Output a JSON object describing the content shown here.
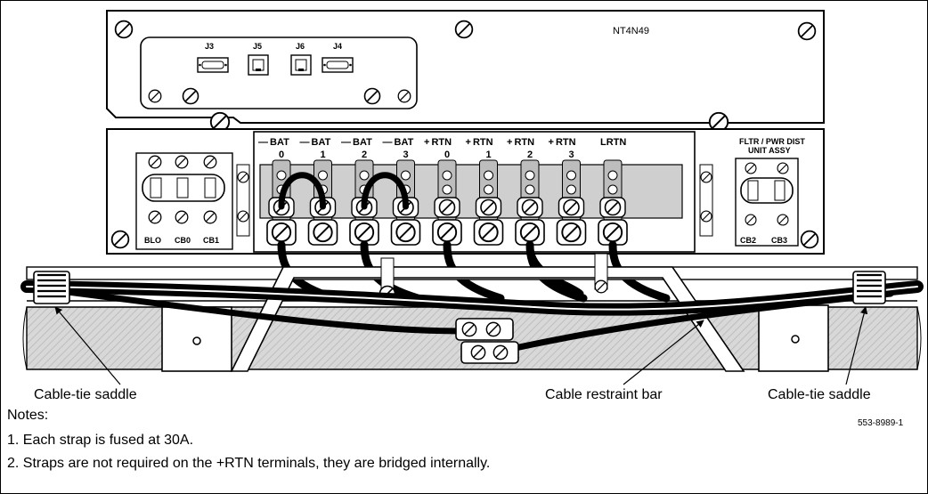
{
  "unit_label": "NT4N49",
  "connectors": [
    "J3",
    "J5",
    "J6",
    "J4"
  ],
  "terminals": [
    {
      "sign": "—",
      "name": "BAT",
      "num": "0"
    },
    {
      "sign": "—",
      "name": "BAT",
      "num": "1"
    },
    {
      "sign": "—",
      "name": "BAT",
      "num": "2"
    },
    {
      "sign": "—",
      "name": "BAT",
      "num": "3"
    },
    {
      "sign": "+",
      "name": "RTN",
      "num": "0"
    },
    {
      "sign": "+",
      "name": "RTN",
      "num": "1"
    },
    {
      "sign": "+",
      "name": "RTN",
      "num": "2"
    },
    {
      "sign": "+",
      "name": "RTN",
      "num": "3"
    },
    {
      "sign": "",
      "name": "LRTN",
      "num": ""
    }
  ],
  "left_breakers": [
    "BLO",
    "CB0",
    "CB1"
  ],
  "right_breakers": [
    "CB2",
    "CB3"
  ],
  "filter_unit_line1": "FLTR / PWR DIST",
  "filter_unit_line2": "UNIT ASSY",
  "callouts": {
    "left_saddle": "Cable-tie saddle",
    "restraint_bar": "Cable restraint bar",
    "right_saddle": "Cable-tie saddle"
  },
  "figure_id": "553-8989-1",
  "notes": {
    "heading": "Notes:",
    "items": [
      "1. Each strap is fused at 30A.",
      "2. Straps are not required on the +RTN terminals, they are bridged internally."
    ]
  }
}
